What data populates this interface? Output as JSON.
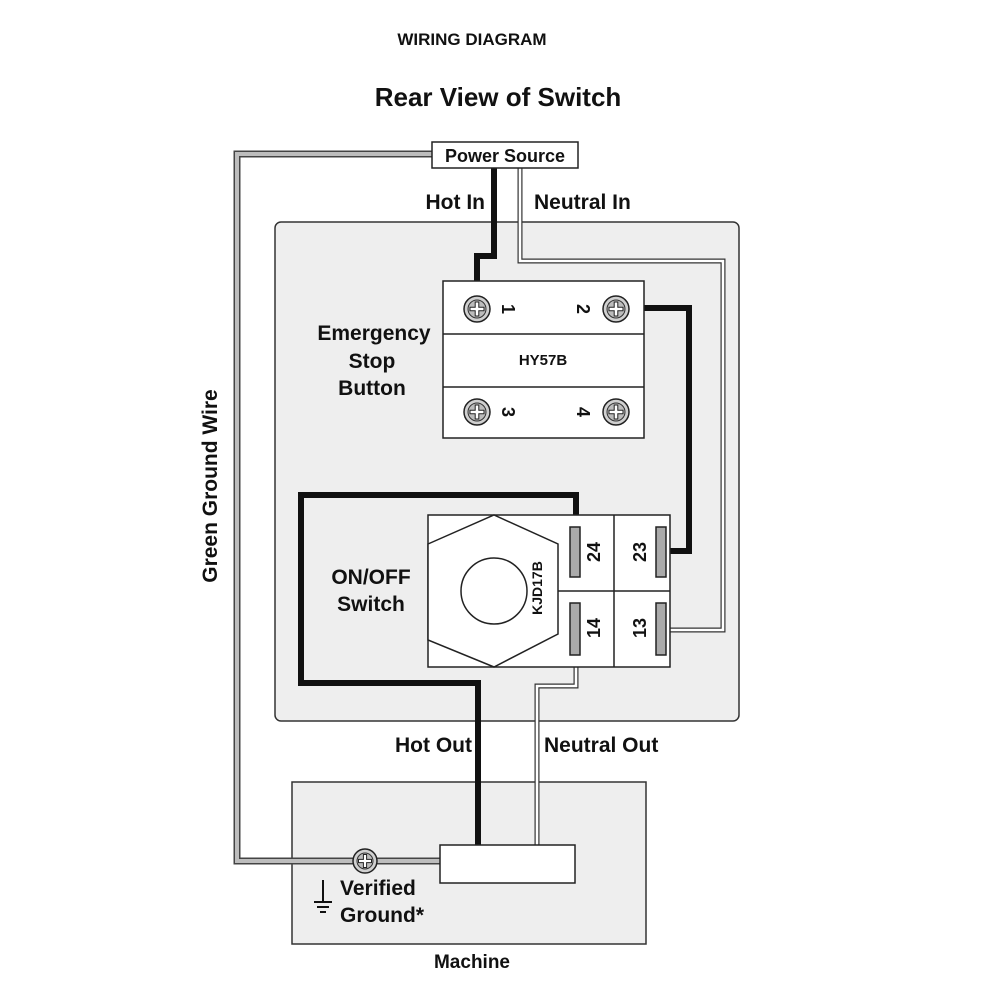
{
  "header": {
    "label": "WIRING DIAGRAM",
    "title": "Rear View of Switch"
  },
  "power_source": {
    "label": "Power Source"
  },
  "wires": {
    "hot_in": "Hot In",
    "neutral_in": "Neutral In",
    "hot_out": "Hot Out",
    "neutral_out": "Neutral Out",
    "ground": "Green Ground Wire"
  },
  "emergency_stop": {
    "label_lines": [
      "Emergency",
      "Stop",
      "Button"
    ],
    "model": "HY57B",
    "terminals": [
      "1",
      "2",
      "3",
      "4"
    ]
  },
  "on_off_switch": {
    "label_lines": [
      "ON/OFF",
      "Switch"
    ],
    "model": "KJD17B",
    "terminals": [
      "24",
      "23",
      "14",
      "13"
    ]
  },
  "machine": {
    "label": "Machine",
    "ground_label_lines": [
      "Verified",
      "Ground*"
    ]
  },
  "icons": {
    "screw": "screw-terminal-icon",
    "ground": "ground-symbol-icon"
  },
  "colors": {
    "hot_wire": "#111111",
    "neutral_wire": "#ffffff",
    "ground_wire": "#bdbdbd",
    "panel": "#eeeeee"
  }
}
